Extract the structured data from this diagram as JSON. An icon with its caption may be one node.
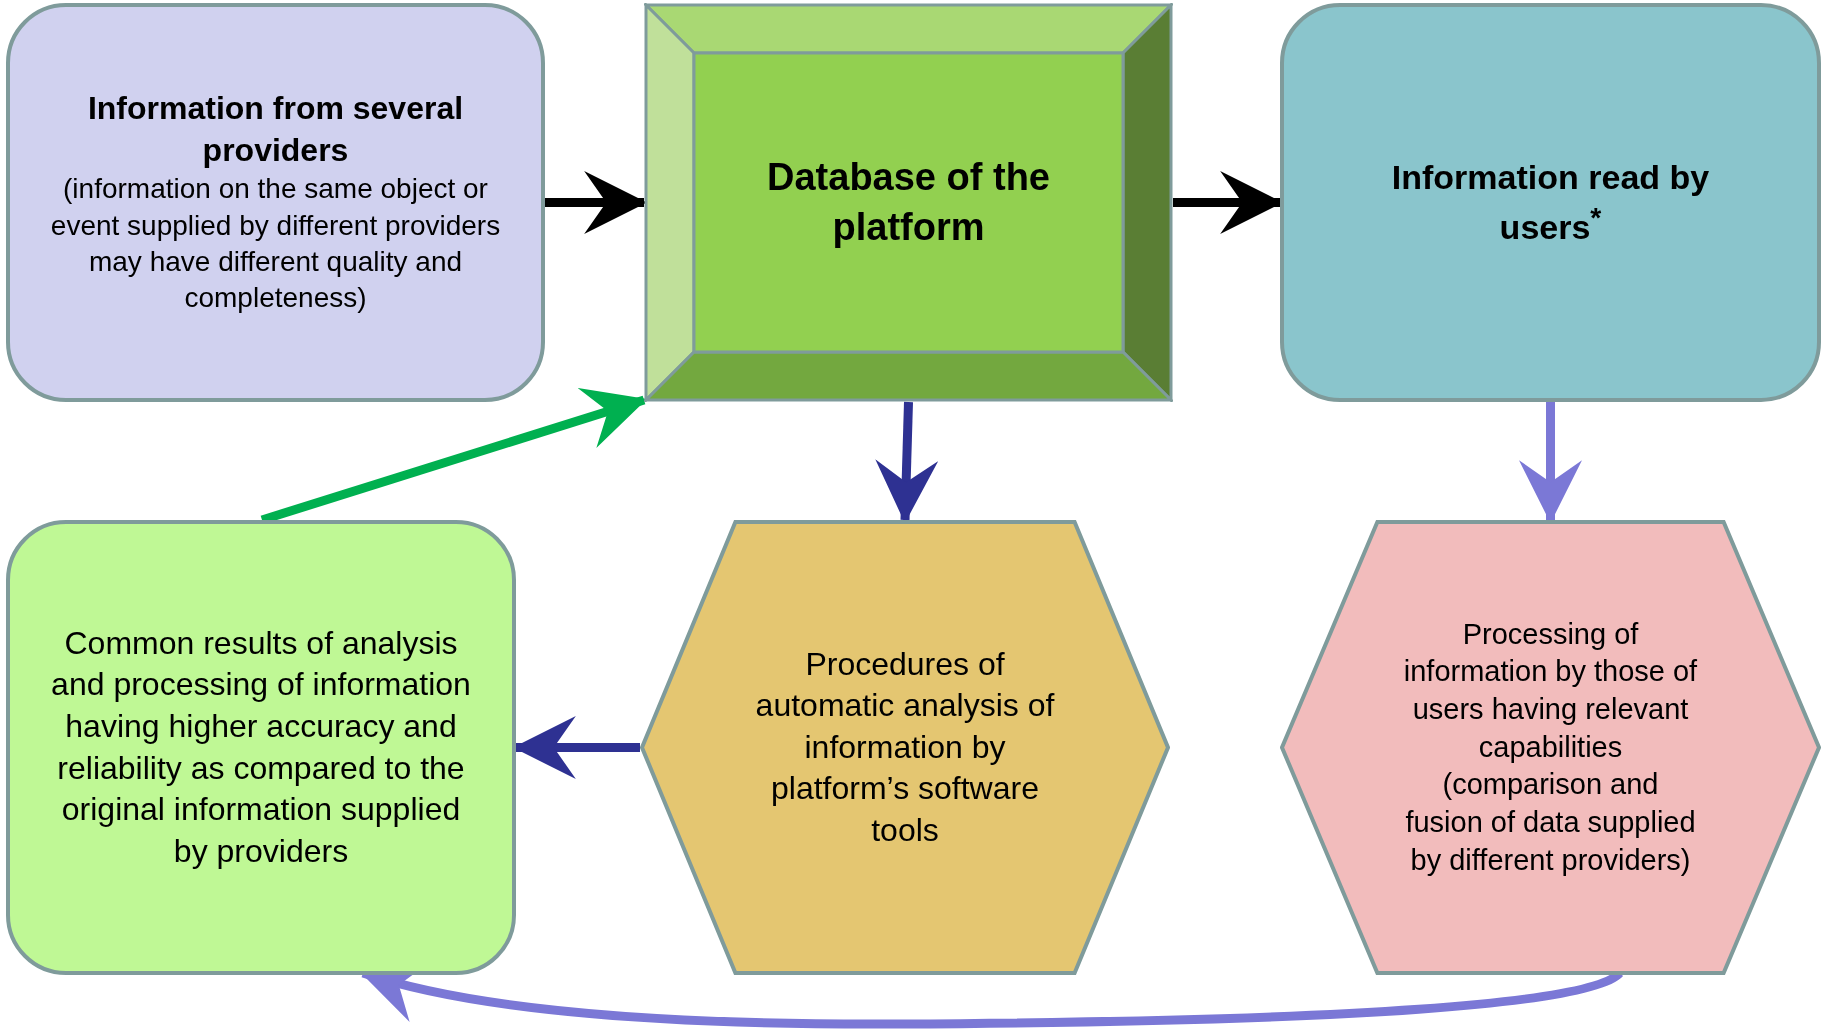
{
  "diagram": {
    "nodes": [
      {
        "text": [
          "Information from several providers",
          "(information on the same object or event supplied by different providers may have different quality and completeness)"
        ]
      },
      {
        "text": [
          "Database of the platform"
        ]
      },
      {
        "text": [
          "Information read by users$^{*}$"
        ]
      },
      {
        "text": [
          "Common results of analysis and processing of information having higher accuracy and reliability as compared to the original information supplied by providers"
        ]
      },
      {
        "text": [
          "Procedures of automatic analysis of information by platform’s software tools"
        ]
      },
      {
        "text": [
          "Processing of information by those of users having relevant capabilities (comparison and fusion of data supplied by different providers)"
        ]
      }
    ],
    "edges": [
      {
        "from": 0,
        "to": 1,
        "arrow": "to",
        "color": "#000000"
      },
      {
        "from": 1,
        "to": 2,
        "arrow": "to",
        "color": "#000000"
      },
      {
        "from": 1,
        "to": 4,
        "arrow": "to",
        "color": "#2e3192"
      },
      {
        "from": 2,
        "to": 5,
        "arrow": "to",
        "color": "#7b78d6"
      },
      {
        "from": 4,
        "to": 3,
        "arrow": "to",
        "color": "#2e3192"
      },
      {
        "from": 5,
        "to": 3,
        "arrow": "to",
        "color": "#7b78d6"
      },
      {
        "from": 3,
        "to": 1,
        "arrow": "to",
        "color": "#00b050"
      }
    ]
  }
}
